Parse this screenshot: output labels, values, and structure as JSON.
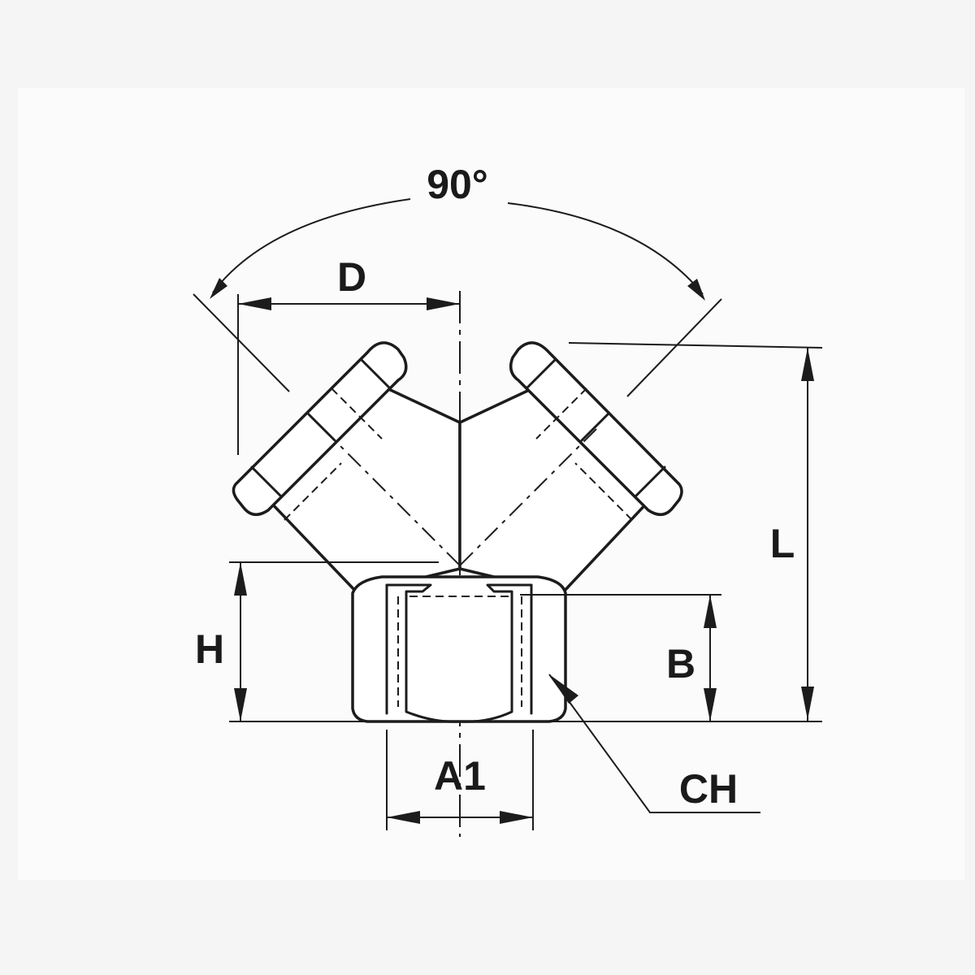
{
  "drawing": {
    "angle_label": "90°",
    "dim_d": "D",
    "dim_l": "L",
    "dim_h": "H",
    "dim_b": "B",
    "dim_a1": "A1",
    "dim_ch": "CH"
  },
  "colors": {
    "line": "#1c1c1c",
    "background": "#fbfbfb"
  }
}
